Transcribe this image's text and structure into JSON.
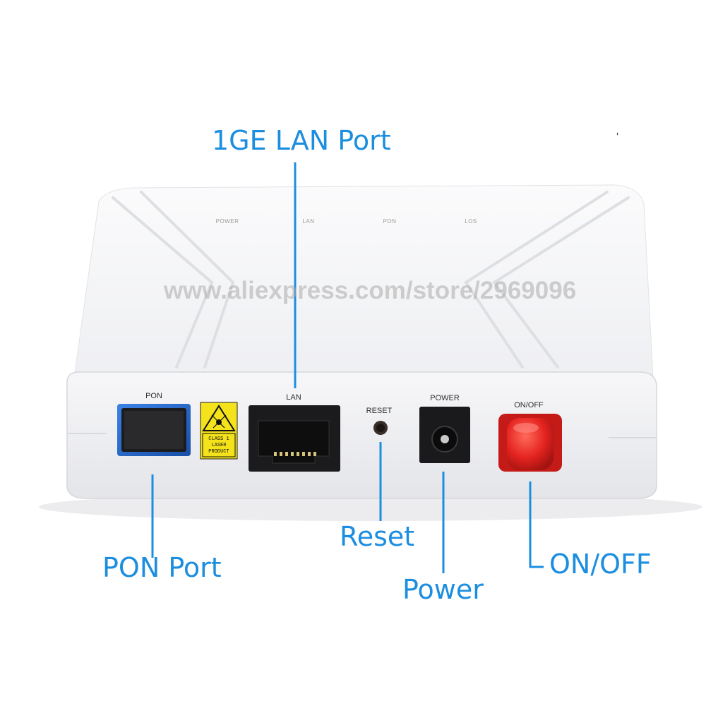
{
  "callouts": {
    "lan_port": "1GE LAN Port",
    "pon_port": "PON Port",
    "reset": "Reset",
    "power": "Power",
    "on_off": "ON/OFF"
  },
  "device": {
    "back_panel": {
      "pon": "PON",
      "laser_line1": "CLASS 1",
      "laser_line2": "LASER",
      "laser_line3": "PRODUCT",
      "lan": "LAN",
      "reset": "RESET",
      "power": "POWER",
      "on_off": "ON/OFF"
    },
    "leds": {
      "power": "POWER",
      "lan": "LAN",
      "pon": "PON",
      "los": "LOS"
    },
    "watermark": "www.aliexpress.com/store/2969096"
  },
  "stray_mark": "'",
  "colors": {
    "callout_blue": "#1c8ee0",
    "device_white": "#f4f4f6",
    "pon_blue": "#1f62c8",
    "button_red": "#e4231f",
    "laser_yellow": "#f4e21a"
  }
}
